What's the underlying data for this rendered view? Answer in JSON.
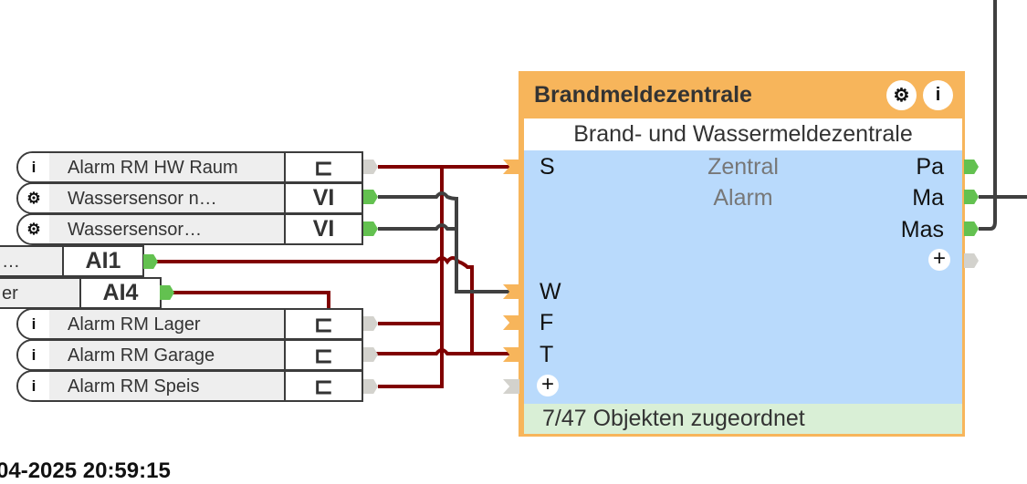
{
  "inputs": [
    {
      "icon": "info",
      "label": "Alarm RM HW Raum",
      "code": "⊏",
      "port": "#d3d2cd"
    },
    {
      "icon": "gear",
      "label": "Wassersensor  n…",
      "code": "VI",
      "port": "#63c150"
    },
    {
      "icon": "gear",
      "label": "Wassersensor…",
      "code": "VI",
      "port": "#63c150"
    },
    {
      "label": "…",
      "code": "AI1",
      "port": "#63c150"
    },
    {
      "label": "er",
      "code": "AI4",
      "port": "#63c150"
    },
    {
      "icon": "info",
      "label": "Alarm RM Lager",
      "code": "⊏",
      "port": "#d3d2cd"
    },
    {
      "icon": "info",
      "label": "Alarm RM Garage",
      "code": "⊏",
      "port": "#d3d2cd"
    },
    {
      "icon": "info",
      "label": "Alarm RM Speis",
      "code": "⊏",
      "port": "#d3d2cd"
    }
  ],
  "block": {
    "title": "Brandmeldezentrale",
    "subtitle": "Brand- und Wassermeldezentrale",
    "center_line1": "Zentral",
    "center_line2": "Alarm",
    "inputs": [
      "S",
      "W",
      "F",
      "T"
    ],
    "outputs": [
      "Pa",
      "Ma",
      "Mas"
    ],
    "add_label": "+",
    "status": "7/47 Objekten zugeordnet"
  },
  "icons": {
    "gear": "⚙",
    "info": "i"
  },
  "colors": {
    "block": "#f7b55b",
    "body": "#b9dafc",
    "status": "#d9efd6",
    "wire_red": "#800000",
    "wire_grey": "#404040",
    "port_active": "#63c150",
    "port_idle": "#d3d2cd"
  },
  "timestamp": "04-2025 20:59:15"
}
